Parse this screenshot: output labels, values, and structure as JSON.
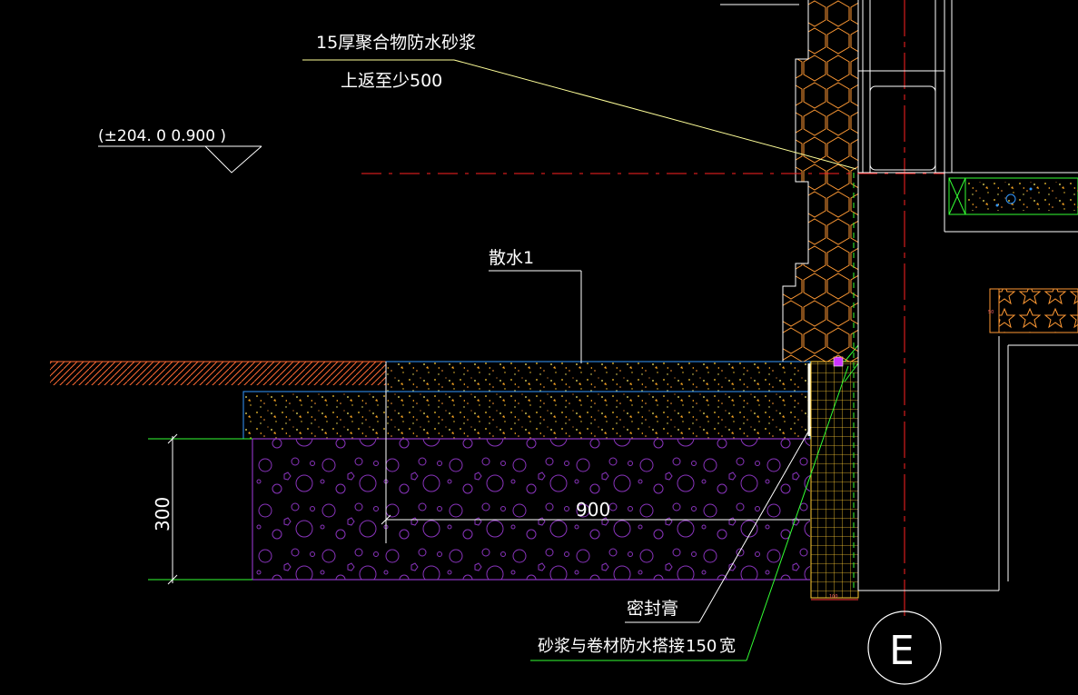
{
  "drawing": {
    "elevation_label": "(±204. 0 0.900 )",
    "note_waterproof_line1": "15厚聚合物防水砂浆",
    "note_waterproof_line2": "上返至少500",
    "note_apron": "散水1",
    "note_sealant": "密封膏",
    "note_lap_text": "砂浆与卷材防水搭接",
    "note_lap_value": "150",
    "note_lap_unit": "宽",
    "dim_apron_width": "900",
    "dim_base_depth": "300",
    "axis_label": "E",
    "tiny_dim_bottom": "100",
    "tiny_dim_side": "50"
  },
  "colors": {
    "background": "#000000",
    "white": "#ffffff",
    "yellow": "#ffff66",
    "orange": "#ff9933",
    "red": "#ff2222",
    "blue": "#3399ff",
    "green": "#33ff33",
    "magenta": "#cc33ff",
    "purple": "#7a2ea0"
  }
}
